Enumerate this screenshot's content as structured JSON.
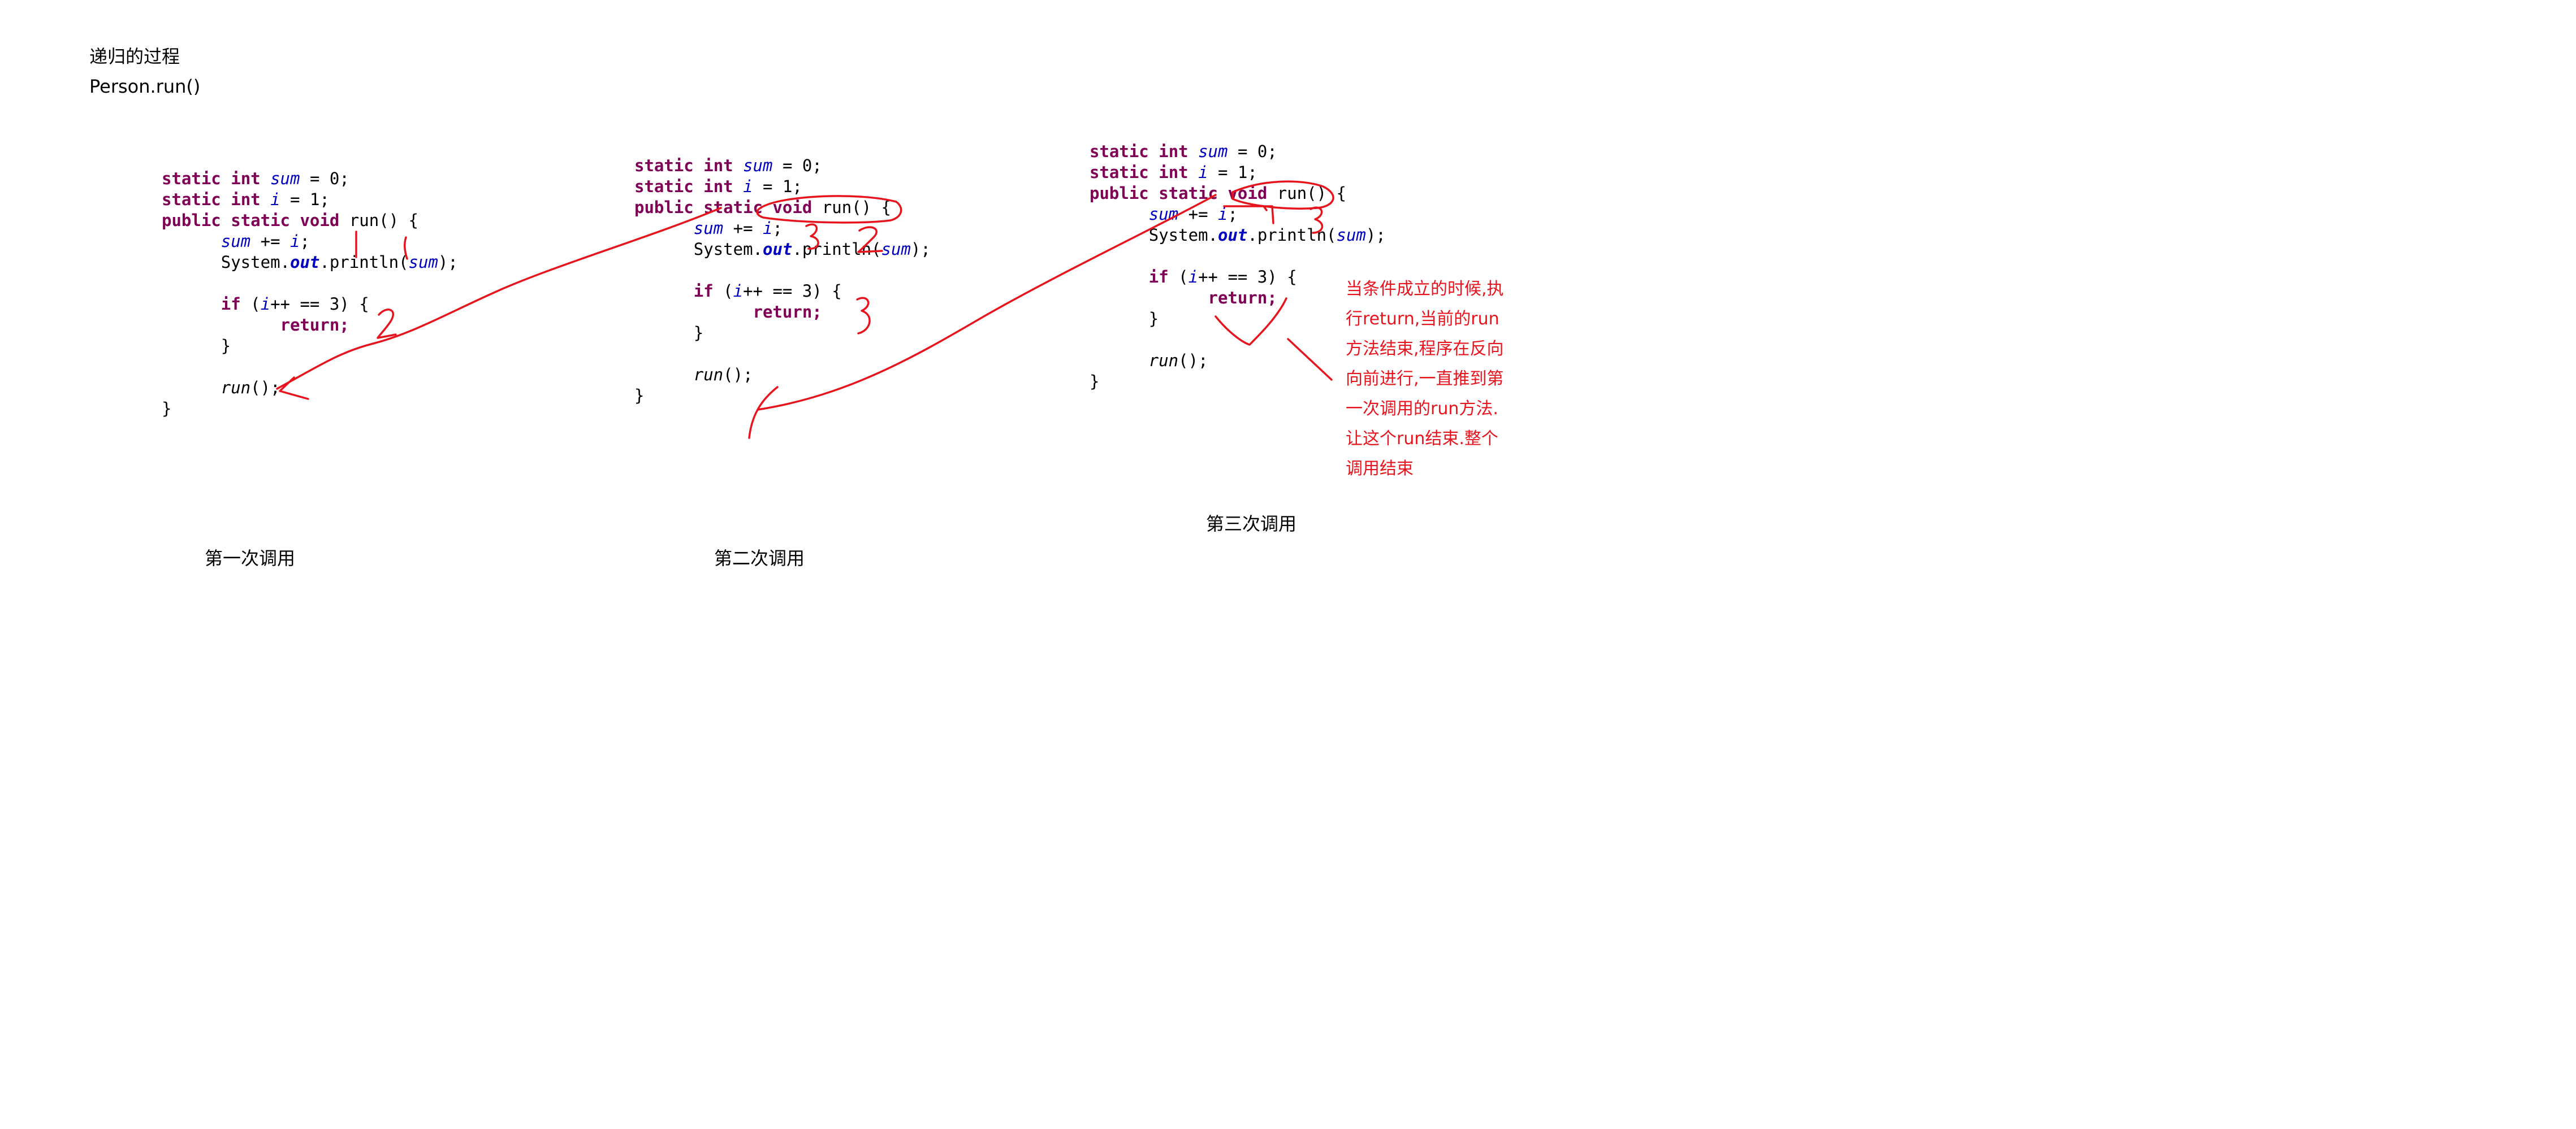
{
  "header": {
    "title": "递归的过程",
    "subtitle": "Person.run()"
  },
  "code_tokens": {
    "static": "static",
    "int": "int",
    "public": "public",
    "void": "void",
    "if": "if",
    "return": "return;",
    "sum": "sum",
    "i": "i",
    "eq0": " = 0;",
    "eq1": " = 1;",
    "run_decl": " run() {",
    "plus_eq": " += ",
    "semi": ";",
    "system_dot": "System.",
    "out": "out",
    "println_open": ".println(",
    "close_semi": ");",
    "if_open": " (",
    "if_tail": "++ == 3) {",
    "brace_close": "}",
    "run_call": "run",
    "run_call_tail": "();"
  },
  "annotations": {
    "first": "2",
    "second_a": "3",
    "second_b": "2",
    "second_c": "3",
    "third": "3"
  },
  "captions": {
    "first": "第一次调用",
    "second": "第二次调用",
    "third": "第三次调用"
  },
  "note": {
    "lines": [
      "当条件成立的时候,执",
      "行return,当前的run",
      "方法结束,程序在反向",
      "向前进行,一直推到第",
      "一次调用的run方法.",
      "让这个run结束.整个",
      "调用结束"
    ]
  },
  "colors": {
    "ink": "#e8141d",
    "keyword": "#7f0055",
    "field": "#0000c0"
  }
}
